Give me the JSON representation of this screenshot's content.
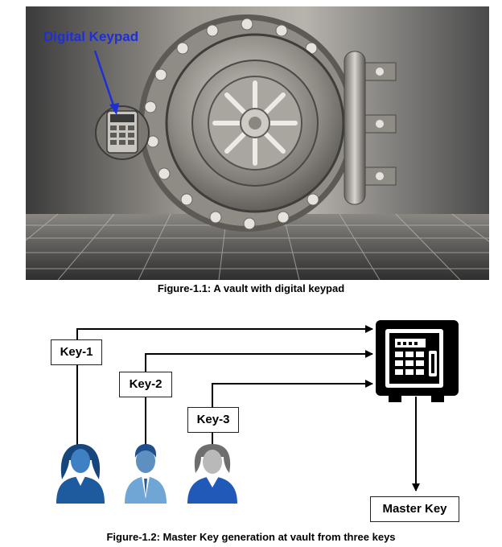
{
  "figure1": {
    "callout_label": "Digital Keypad",
    "caption": "Figure-1.1: A vault with digital keypad",
    "callout_color": "#1e2fd6"
  },
  "figure2": {
    "keys": [
      "Key-1",
      "Key-2",
      "Key-3"
    ],
    "output_label": "Master Key",
    "caption": "Figure-1.2: Master Key generation at vault from three keys",
    "person_colors": [
      "#1e5a9e",
      "#6fa6d6",
      "#2159b8"
    ]
  }
}
